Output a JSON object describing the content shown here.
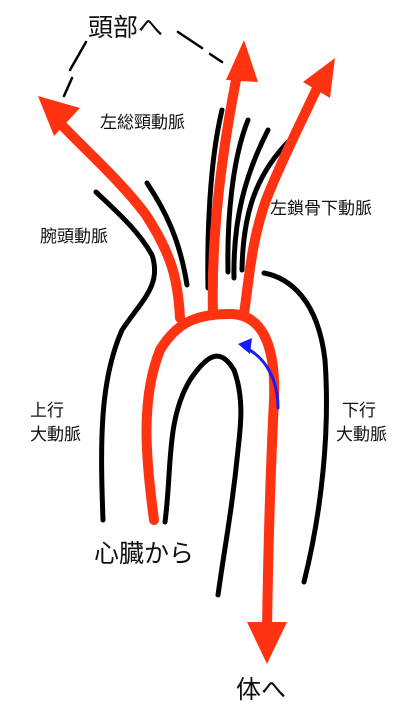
{
  "labels": {
    "to_head": "頭部へ",
    "left_common_carotid": "左総頸動脈",
    "brachiocephalic": "腕頭動脈",
    "left_subclavian": "左鎖骨下動脈",
    "ascending_aorta_line1": "上行",
    "ascending_aorta_line2": "大動脈",
    "descending_aorta_line1": "下行",
    "descending_aorta_line2": "大動脈",
    "from_heart": "心臓から",
    "to_body": "体へ"
  },
  "colors": {
    "blood_flow": "#ff3311",
    "vessel_wall": "#000000",
    "flow_direction": "#1a1aff"
  }
}
